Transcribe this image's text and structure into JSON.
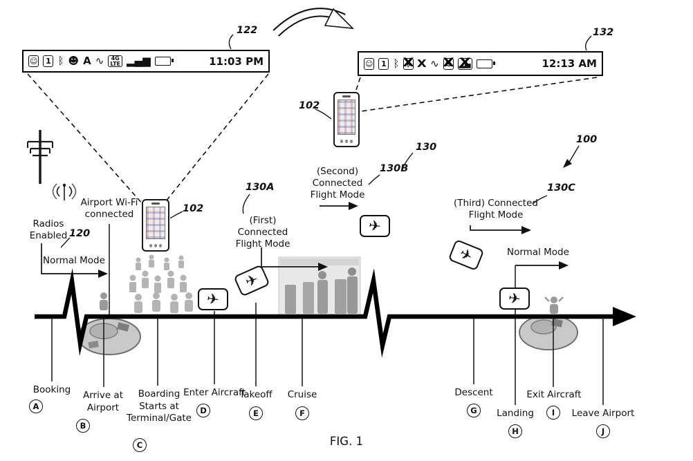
{
  "figure": {
    "caption": "FIG. 1"
  },
  "sys_ref": "100",
  "phone_ref": "102",
  "plane_icon": "✈",
  "sb_left": {
    "ref": "122",
    "time": "11:03 PM",
    "ic": {
      "avatar": "☺",
      "cal": "1",
      "bt": "ᛒ",
      "smiley": "☻",
      "roam": "A",
      "vib": "∿",
      "net": "4G",
      "net_sub": "LTE",
      "sig": "▂▄▆"
    }
  },
  "sb_right": {
    "ref": "132",
    "time": "12:13 AM",
    "ic": {
      "avatar": "☺",
      "cal": "1",
      "bt": "ᛒ",
      "bt_off": "ᛒ",
      "x": "X",
      "vib": "∿",
      "wifi_off": "≋",
      "sig_off": "▂▄"
    }
  },
  "labels": {
    "radios_enabled": "Radios Enabled",
    "radios_ref": "120",
    "normal_mode_left": "Normal Mode",
    "airport_wifi": "Airport Wi-Fi connected",
    "modes_ref": "130",
    "first_mode": "(First) Connected Flight Mode",
    "first_ref": "130A",
    "second_mode": "(Second) Connected Flight Mode",
    "second_ref": "130B",
    "third_mode": "(Third) Connected Flight Mode",
    "third_ref": "130C",
    "normal_mode_right": "Normal Mode"
  },
  "events": [
    {
      "letter": "A",
      "label": "Booking"
    },
    {
      "letter": "B",
      "label": "Arrive at Airport"
    },
    {
      "letter": "C",
      "label": "Boarding Starts at Terminal/Gate"
    },
    {
      "letter": "D",
      "label": "Enter Aircraft"
    },
    {
      "letter": "E",
      "label": "Takeoff"
    },
    {
      "letter": "F",
      "label": "Cruise"
    },
    {
      "letter": "G",
      "label": "Descent"
    },
    {
      "letter": "H",
      "label": "Landing"
    },
    {
      "letter": "I",
      "label": "Exit Aircraft"
    },
    {
      "letter": "J",
      "label": "Leave Airport"
    }
  ]
}
